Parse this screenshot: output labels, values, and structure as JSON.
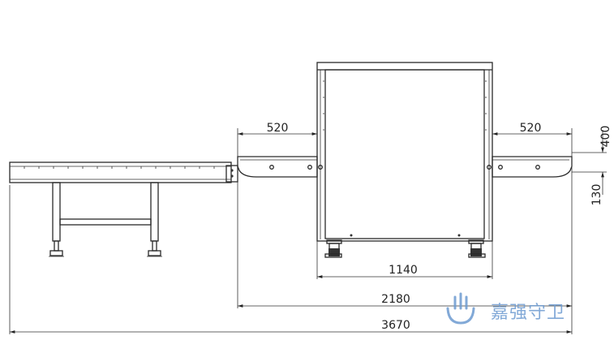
{
  "dimensions": {
    "left_conveyor_length": "520",
    "right_conveyor_length": "520",
    "tunnel_width": "1140",
    "machine_total_length": "2180",
    "overall_length": "3670",
    "conveyor_height_partial": "400",
    "conveyor_thickness": "130"
  },
  "watermark": {
    "brand_name": "嘉强守卫",
    "logo_icon": "hand-shield-logo",
    "color": "#6d9bd1"
  },
  "colors": {
    "line": "#2a2a2a",
    "background": "#ffffff"
  }
}
